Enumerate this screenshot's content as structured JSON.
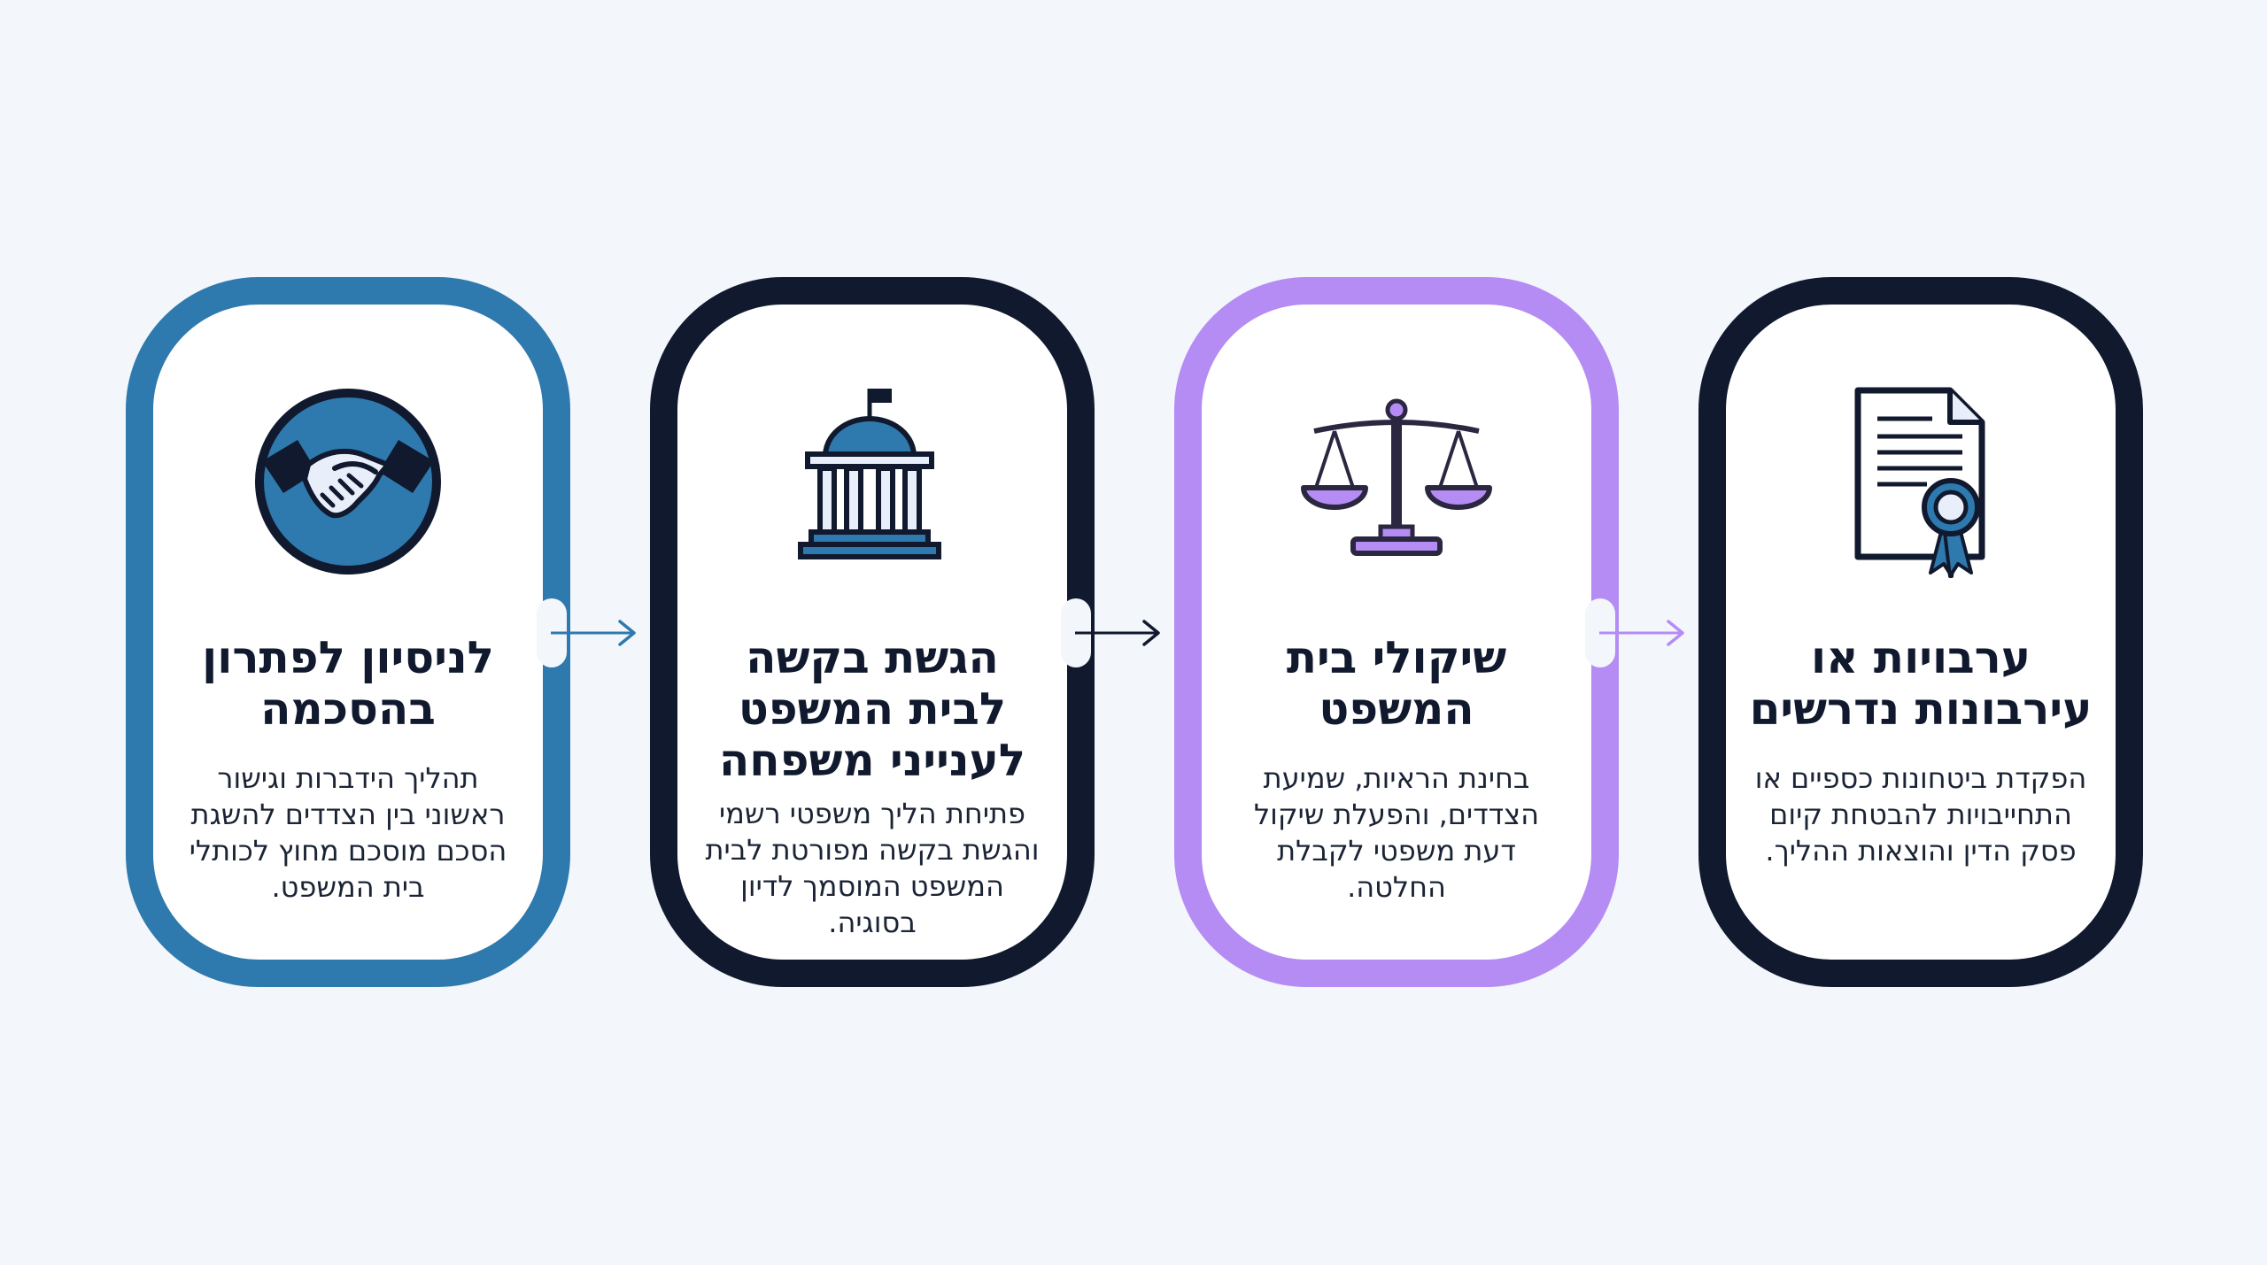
{
  "colors": {
    "background": "#f3f6fb",
    "blue": "#2e79ad",
    "navy": "#10192e",
    "purple": "#b58cf3"
  },
  "cards": [
    {
      "border_color": "#2e79ad",
      "icon": "handshake-icon",
      "title": "לניסיון לפתרון בהסכמה",
      "description": "תהליך הידברות וגישור ראשוני בין הצדדים להשגת הסכם מוסכם מחוץ לכותלי בית המשפט."
    },
    {
      "border_color": "#10192e",
      "icon": "courthouse-icon",
      "title": "הגשת בקשה לבית המשפט לענייני משפחה",
      "description": "פתיחת הליך משפטי רשמי והגשת בקשה מפורטת לבית המשפט המוסמך לדיון בסוגיה."
    },
    {
      "border_color": "#b58cf3",
      "icon": "scales-of-justice-icon",
      "title": "שיקולי בית המשפט",
      "description": "בחינת הראיות, שמיעת הצדדים, והפעלת שיקול דעת משפטי לקבלת החלטה."
    },
    {
      "border_color": "#10192e",
      "icon": "certificate-icon",
      "title": "ערבויות או עירבונות נדרשים",
      "description": "הפקדת ביטחונות כספיים או התחייבויות להבטחת קיום פסק הדין והוצאות ההליך."
    }
  ]
}
